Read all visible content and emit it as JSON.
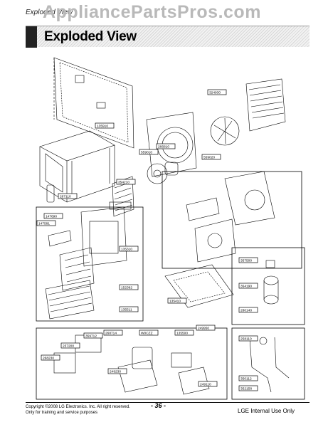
{
  "header": {
    "running_head": "Exploded View",
    "watermark": "AppliancePartsPros.com",
    "title": "Exploded View"
  },
  "parts": [
    {
      "id": "p1",
      "label": "324930"
    },
    {
      "id": "p2",
      "label": "135910"
    },
    {
      "id": "p3",
      "label": "266810"
    },
    {
      "id": "p4",
      "label": "559010"
    },
    {
      "id": "p5",
      "label": "559020"
    },
    {
      "id": "p6",
      "label": "354210"
    },
    {
      "id": "p7",
      "label": "267110"
    },
    {
      "id": "p8",
      "label": "147690"
    },
    {
      "id": "p9",
      "label": "147581"
    },
    {
      "id": "p10",
      "label": "135310"
    },
    {
      "id": "p11",
      "label": "152392"
    },
    {
      "id": "p12",
      "label": "135511"
    },
    {
      "id": "p13",
      "label": "135410"
    },
    {
      "id": "p14",
      "label": "357500"
    },
    {
      "id": "p15",
      "label": "354190"
    },
    {
      "id": "p16",
      "label": "280140"
    },
    {
      "id": "p17",
      "label": "359712"
    },
    {
      "id": "p18",
      "label": "268714"
    },
    {
      "id": "p19",
      "label": "W0CZZ"
    },
    {
      "id": "p20",
      "label": "135500"
    },
    {
      "id": "p21",
      "label": "249950"
    },
    {
      "id": "p22",
      "label": "237200"
    },
    {
      "id": "p23",
      "label": "268230"
    },
    {
      "id": "p24",
      "label": "249110"
    },
    {
      "id": "p25",
      "label": "258110"
    },
    {
      "id": "p26",
      "label": "350112"
    },
    {
      "id": "p27",
      "label": "352158"
    },
    {
      "id": "p28",
      "label": "249230"
    }
  ],
  "footer": {
    "copyright": "Copyright ©2008 LG Electronics. Inc. All right reserved.",
    "note": "Only for training and service purposes",
    "page": "- 36 -",
    "usage": "LGE Internal Use Only"
  }
}
